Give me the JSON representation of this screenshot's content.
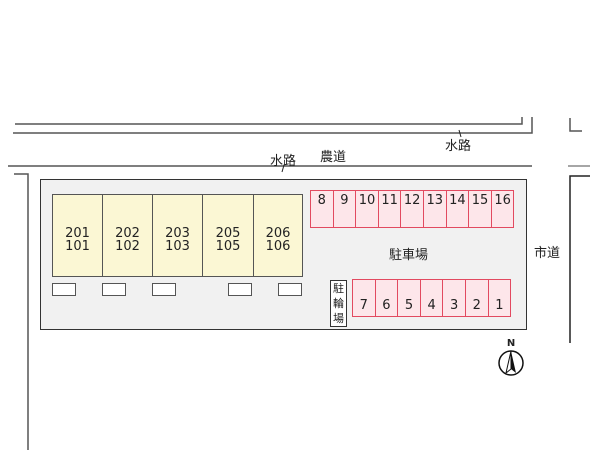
{
  "labels": {
    "waterway_top": "水路",
    "waterway_mid": "水路",
    "farm_road": "農道",
    "city_road": "市道",
    "parking_lot": "駐車場",
    "bicycle_parking": "駐輪場"
  },
  "units": [
    {
      "upper": "201",
      "lower": "101"
    },
    {
      "upper": "202",
      "lower": "102"
    },
    {
      "upper": "203",
      "lower": "103"
    },
    {
      "upper": "205",
      "lower": "105"
    },
    {
      "upper": "206",
      "lower": "106"
    }
  ],
  "parking_top": [
    "8",
    "9",
    "10",
    "11",
    "12",
    "13",
    "14",
    "15",
    "16"
  ],
  "parking_bottom": [
    "7",
    "6",
    "5",
    "4",
    "3",
    "2",
    "1"
  ],
  "compass": "N"
}
